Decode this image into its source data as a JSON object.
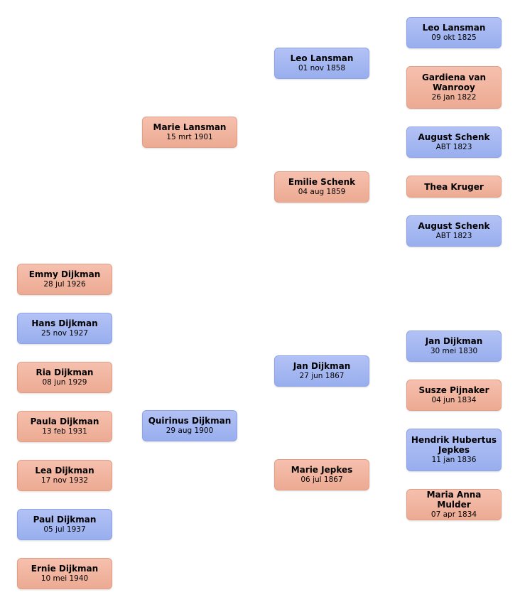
{
  "colors": {
    "male_box": "#a3b6f1",
    "female_box": "#f0b39e",
    "background": "#ffffff"
  },
  "children": [
    {
      "name": "Emmy Dijkman",
      "date": "28 jul 1926",
      "gender": "female"
    },
    {
      "name": "Hans Dijkman",
      "date": "25 nov 1927",
      "gender": "male"
    },
    {
      "name": "Ria Dijkman",
      "date": "08 jun 1929",
      "gender": "female"
    },
    {
      "name": "Paula Dijkman",
      "date": "13 feb 1931",
      "gender": "female"
    },
    {
      "name": "Lea Dijkman",
      "date": "17 nov 1932",
      "gender": "female"
    },
    {
      "name": "Paul Dijkman",
      "date": "05 jul 1937",
      "gender": "male"
    },
    {
      "name": "Ernie Dijkman",
      "date": "10 mei 1940",
      "gender": "female"
    }
  ],
  "parents": [
    {
      "name": "Marie Lansman",
      "date": "15 mrt 1901",
      "gender": "female"
    },
    {
      "name": "Quirinus Dijkman",
      "date": "29 aug 1900",
      "gender": "male"
    }
  ],
  "grandparents": [
    {
      "name": "Leo Lansman",
      "date": "01 nov 1858",
      "gender": "male"
    },
    {
      "name": "Emilie Schenk",
      "date": "04 aug 1859",
      "gender": "female"
    },
    {
      "name": "Jan Dijkman",
      "date": "27 jun 1867",
      "gender": "male"
    },
    {
      "name": "Marie Jepkes",
      "date": "06 jul 1867",
      "gender": "female"
    }
  ],
  "great_grandparents": [
    {
      "name": "Leo Lansman",
      "date": "09 okt 1825",
      "gender": "male"
    },
    {
      "name": "Gardiena van Wanrooy",
      "date": "26 jan 1822",
      "gender": "female"
    },
    {
      "name": "August Schenk",
      "date": "ABT 1823",
      "gender": "male"
    },
    {
      "name": "Thea Kruger",
      "date": "",
      "gender": "female"
    },
    {
      "name": "August Schenk",
      "date": "ABT 1823",
      "gender": "male"
    },
    {
      "name": "Jan Dijkman",
      "date": "30 mei 1830",
      "gender": "male"
    },
    {
      "name": "Susze Pijnaker",
      "date": "04 jun 1834",
      "gender": "female"
    },
    {
      "name": "Hendrik Hubertus Jepkes",
      "date": "11 jan 1836",
      "gender": "male"
    },
    {
      "name": "Maria Anna Mulder",
      "date": "07 apr 1834",
      "gender": "female"
    }
  ]
}
